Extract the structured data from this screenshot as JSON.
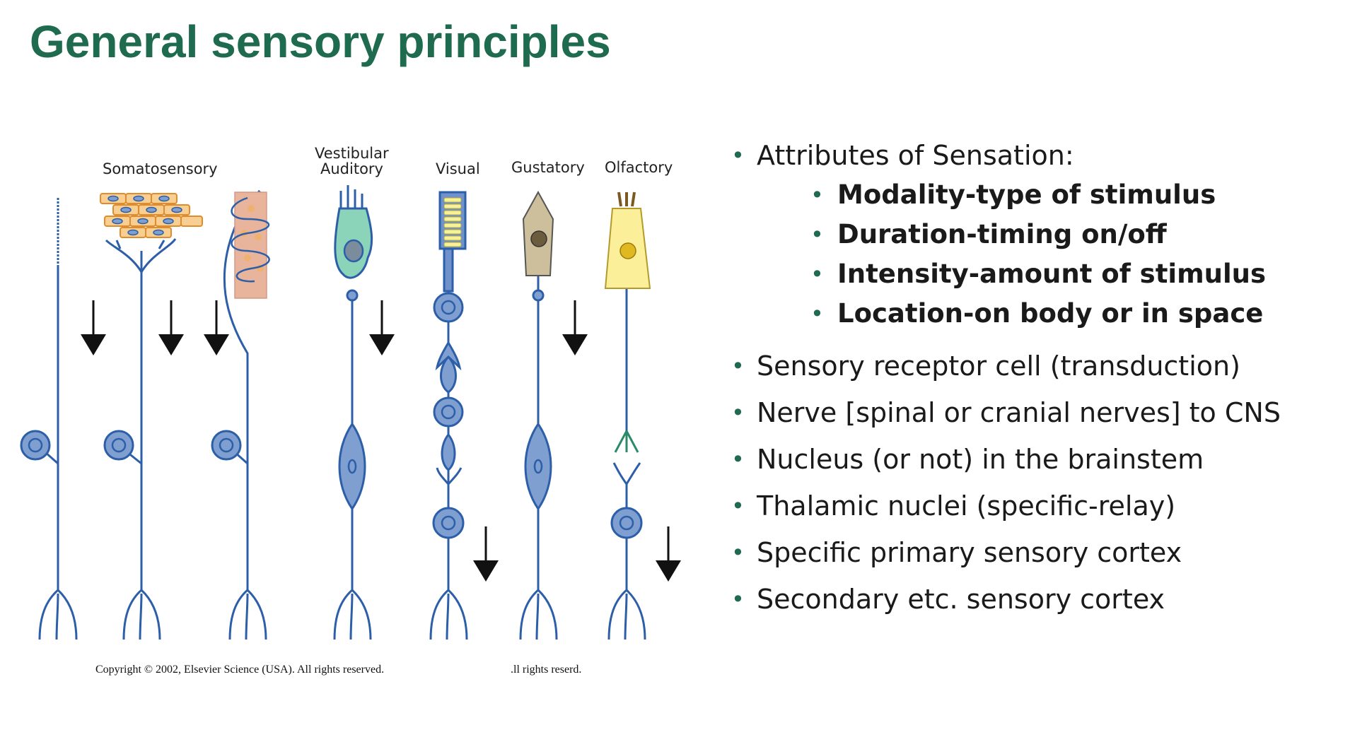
{
  "title": "General sensory principles",
  "figure": {
    "labels": {
      "somatosensory": "Somatosensory",
      "vestibular": "Vestibular",
      "auditory": "Auditory",
      "visual": "Visual",
      "gustatory": "Gustatory",
      "olfactory": "Olfactory"
    },
    "copyright_main": "Copyright © 2002, Elsevier Science (USA). All rights reserved.",
    "copyright_fragment": ".ll rights reserd."
  },
  "bullets": [
    {
      "text": "Attributes of Sensation:",
      "sub": [
        "Modality-type of stimulus",
        "Duration-timing on/off",
        "Intensity-amount of stimulus",
        "Location-on body or in space"
      ]
    },
    {
      "text": "Sensory receptor cell (transduction)"
    },
    {
      "text": "Nerve [spinal or cranial nerves] to CNS"
    },
    {
      "text": "Nucleus (or not) in the brainstem"
    },
    {
      "text": "Thalamic nuclei (specific-relay)"
    },
    {
      "text": "Specific primary sensory cortex"
    },
    {
      "text": "Secondary etc. sensory cortex"
    }
  ],
  "colors": {
    "title": "#1f6b4f",
    "bullet": "#1f6b4f",
    "neuron": "#2d5fa8",
    "neuron_fill": "#7f9fd1"
  }
}
